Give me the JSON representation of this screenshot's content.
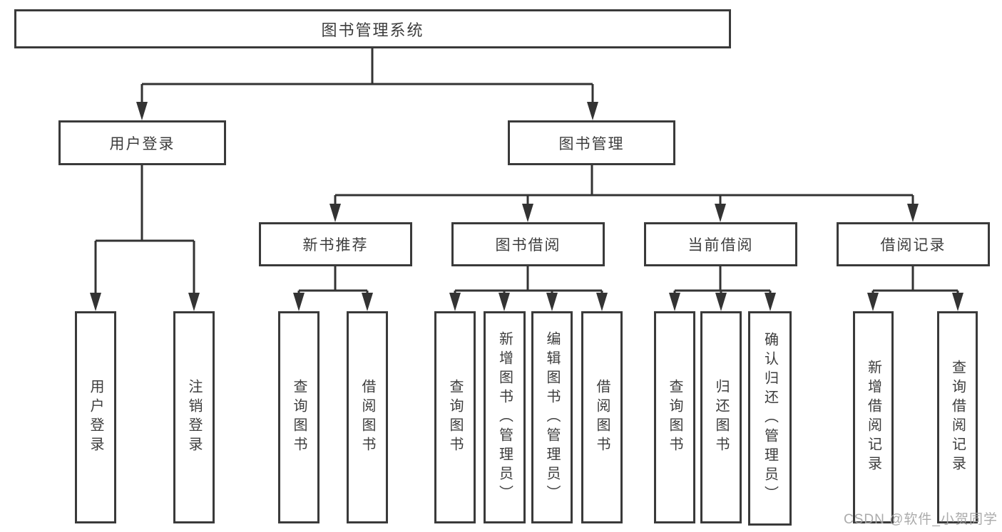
{
  "diagram": {
    "root": "图书管理系统",
    "level2": [
      "用户登录",
      "图书管理"
    ],
    "level3": [
      "新书推荐",
      "图书借阅",
      "当前借阅",
      "借阅记录"
    ],
    "leaves": {
      "user": [
        "用户登录",
        "注销登录"
      ],
      "recommend": [
        "查询图书",
        "借阅图书"
      ],
      "borrow": [
        "查询图书",
        "新增图书（管理员）",
        "编辑图书（管理员）",
        "借阅图书"
      ],
      "current": [
        "查询图书",
        "归还图书",
        "确认归还（管理员）"
      ],
      "records": [
        "新增借阅记录",
        "查询借阅记录"
      ]
    }
  },
  "watermark": "CSDN @软件_小贺同学",
  "colors": {
    "line": "#333333",
    "border": "#3a3a3a",
    "text": "#3d3d3d",
    "watermark": "#a4a4a4",
    "background": "#ffffff"
  }
}
